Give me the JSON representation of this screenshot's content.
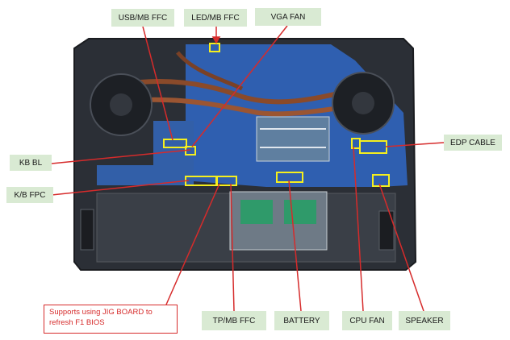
{
  "callouts": {
    "usb_mb_ffc": "USB/MB FFC",
    "led_mb_ffc": "LED/MB FFC",
    "vga_fan": "VGA FAN",
    "kb_bl": "KB BL",
    "kb_fpc": "K/B FPC",
    "edp_cable": "EDP CABLE",
    "tp_mb_ffc": "TP/MB FFC",
    "battery": "BATTERY",
    "cpu_fan": "CPU FAN",
    "speaker": "SPEAKER"
  },
  "note": {
    "line1": "Supports using JIG BOARD to",
    "line2": "refresh F1 BIOS"
  },
  "colors": {
    "callout_bg": "#d9ead3",
    "highlight": "#f5ef1e",
    "leader": "#d62b2b",
    "board": "#2f5fb0",
    "chassis": "#2b2f36"
  }
}
